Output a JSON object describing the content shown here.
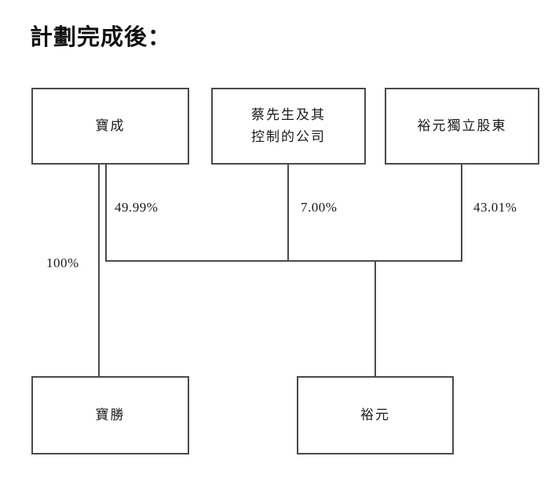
{
  "title": "計劃完成後：",
  "nodes": {
    "parent_left": {
      "lines": [
        "寶成"
      ]
    },
    "parent_middle": {
      "lines": [
        "蔡先生及其",
        "控制的公司"
      ]
    },
    "parent_right": {
      "lines": [
        "裕元獨立股東"
      ]
    },
    "child_left": {
      "lines": [
        "寶勝"
      ]
    },
    "child_right": {
      "lines": [
        "裕元"
      ]
    }
  },
  "edges": {
    "baocheng_to_baosheng": {
      "label": "100%"
    },
    "baocheng_to_yuyuan": {
      "label": "49.99%"
    },
    "cai_to_yuyuan": {
      "label": "7.00%"
    },
    "independent_to_yuyuan": {
      "label": "43.01%"
    }
  },
  "colors": {
    "line": "#4a4a4a",
    "text": "#1a1a1a",
    "background": "#ffffff"
  }
}
